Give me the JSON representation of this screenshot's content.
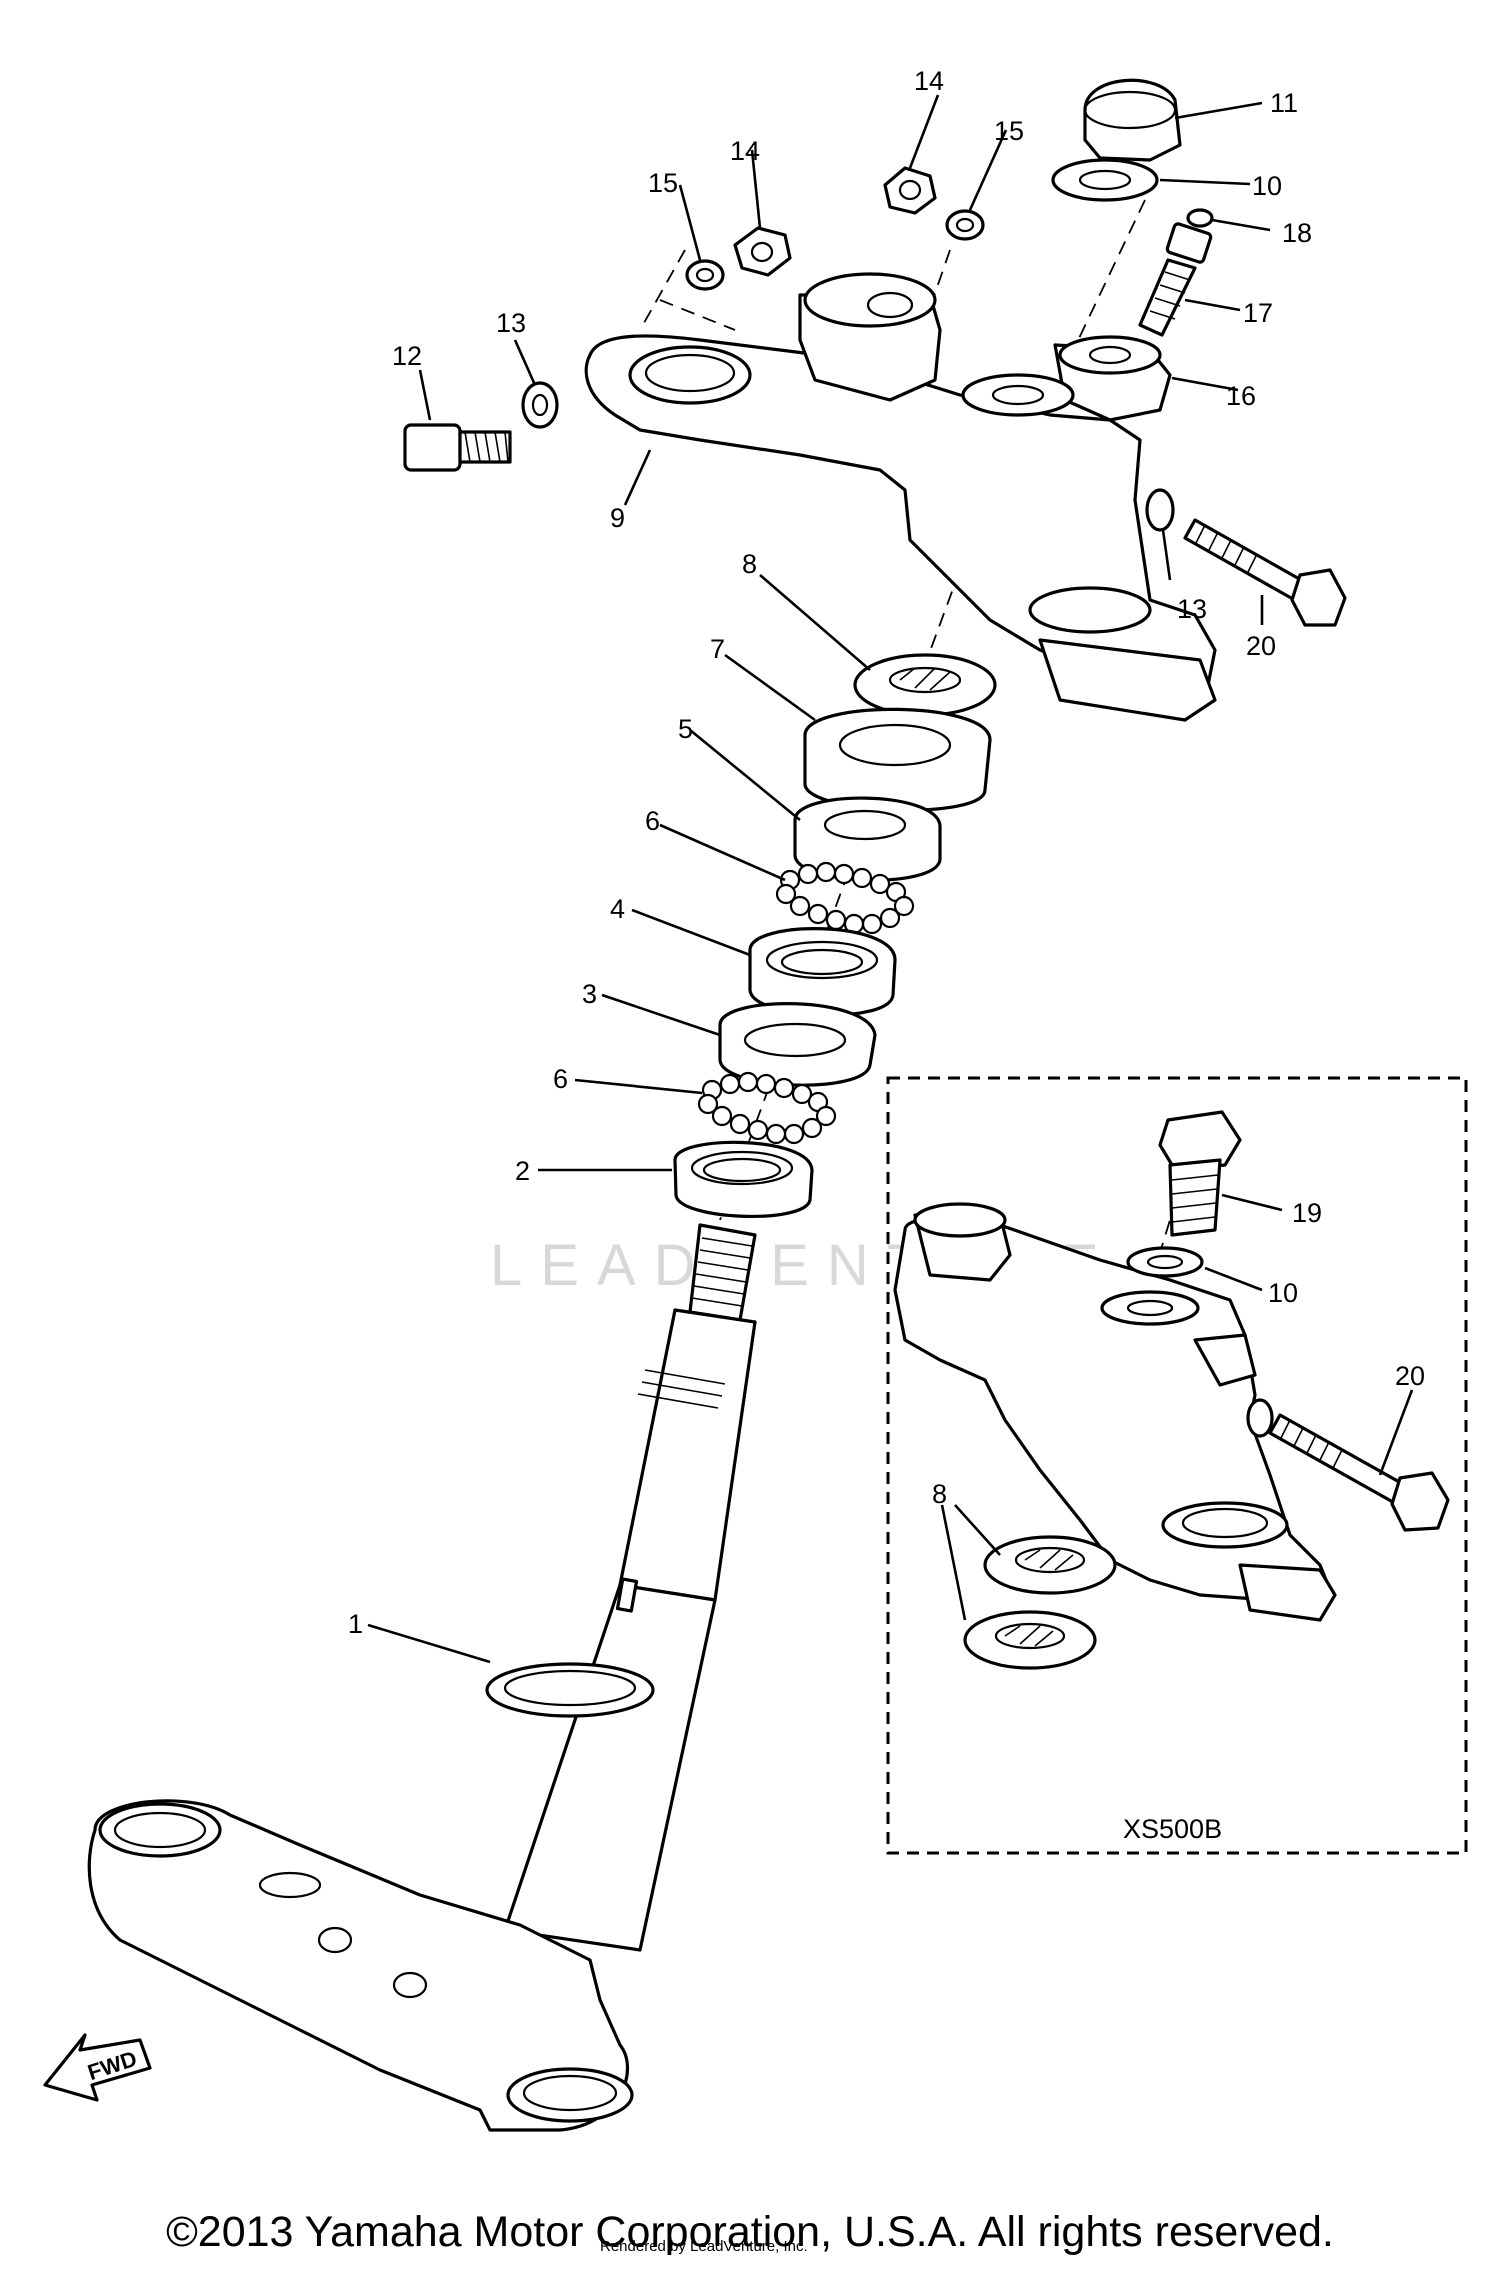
{
  "diagram": {
    "inset_label": "XS500B",
    "watermark": "LEADVENTURE",
    "fwd_label": "FWD",
    "callouts": [
      {
        "id": "c1",
        "label": "1"
      },
      {
        "id": "c2",
        "label": "2"
      },
      {
        "id": "c3",
        "label": "3"
      },
      {
        "id": "c4",
        "label": "4"
      },
      {
        "id": "c5",
        "label": "5"
      },
      {
        "id": "c6a",
        "label": "6"
      },
      {
        "id": "c6b",
        "label": "6"
      },
      {
        "id": "c7",
        "label": "7"
      },
      {
        "id": "c8",
        "label": "8"
      },
      {
        "id": "c8b",
        "label": "8"
      },
      {
        "id": "c9",
        "label": "9"
      },
      {
        "id": "c10",
        "label": "10"
      },
      {
        "id": "c10b",
        "label": "10"
      },
      {
        "id": "c11",
        "label": "11"
      },
      {
        "id": "c12",
        "label": "12"
      },
      {
        "id": "c13a",
        "label": "13"
      },
      {
        "id": "c13b",
        "label": "13"
      },
      {
        "id": "c14a",
        "label": "14"
      },
      {
        "id": "c14b",
        "label": "14"
      },
      {
        "id": "c15a",
        "label": "15"
      },
      {
        "id": "c15b",
        "label": "15"
      },
      {
        "id": "c16",
        "label": "16"
      },
      {
        "id": "c17",
        "label": "17"
      },
      {
        "id": "c18",
        "label": "18"
      },
      {
        "id": "c19",
        "label": "19"
      },
      {
        "id": "c20a",
        "label": "20"
      },
      {
        "id": "c20b",
        "label": "20"
      }
    ]
  },
  "footer": {
    "copyright": "©2013 Yamaha Motor Corporation, U.S.A. All rights reserved.",
    "rendered_by": "Rendered by LeadVenture, Inc."
  }
}
